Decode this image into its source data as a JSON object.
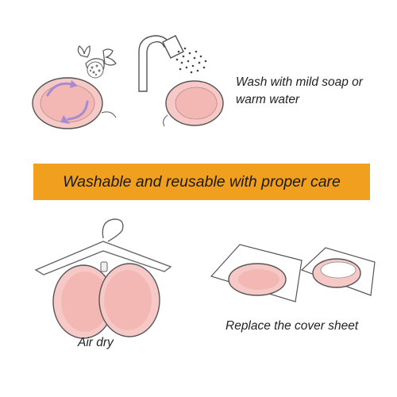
{
  "steps": {
    "wash": {
      "caption_line1": "Wash with mild soap or",
      "caption_line2": "warm water"
    },
    "banner": {
      "text": "Washable and reusable with proper care"
    },
    "dry": {
      "caption": "Air dry"
    },
    "replace": {
      "caption": "Replace the cover sheet"
    }
  },
  "colors": {
    "banner_bg": "#f0a01e",
    "pad_fill": "#f6c9c6",
    "pad_inner": "#f3b8b4",
    "arrow_purple": "#a78bd0",
    "line": "#555555"
  },
  "icons": [
    "hands-washing-icon",
    "shower-head-icon",
    "hanger-icon",
    "cover-sheet-icon"
  ]
}
